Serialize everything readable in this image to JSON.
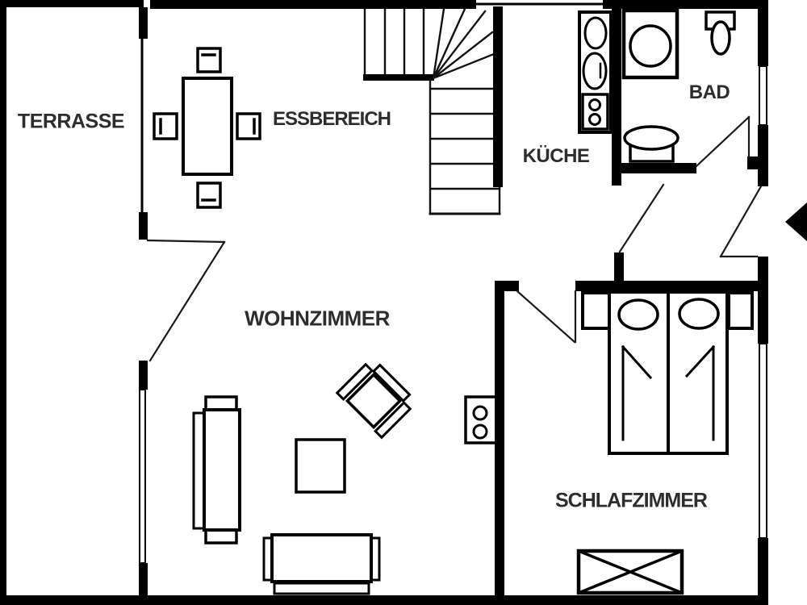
{
  "plan": {
    "type": "apartment-floorplan",
    "language": "de",
    "colors": {
      "wall": "#000000",
      "line": "#1a1a1a",
      "label_text": "#2d2d2d",
      "background": "#ffffff"
    },
    "rooms": {
      "terrasse": {
        "label": "TERRASSE"
      },
      "essbereich": {
        "label": "ESSBEREICH"
      },
      "kueche": {
        "label": "KÜCHE"
      },
      "bad": {
        "label": "BAD"
      },
      "wohnzimmer": {
        "label": "WOHNZIMMER"
      },
      "schlafzimmer": {
        "label": "SCHLAFZIMMER"
      }
    },
    "symbols": [
      "staircase-icon",
      "dining-table-icon",
      "dining-chair-icon",
      "kitchen-sink-unit-icon",
      "stove-icon",
      "washing-machine-icon",
      "toilet-icon",
      "washbasin-icon",
      "radiator-icon",
      "sofa-icon",
      "coffee-table-icon",
      "armchair-icon",
      "double-bed-icon",
      "nightstand-icon",
      "wardrobe-icon",
      "entrance-arrow-icon",
      "door-swing-icon",
      "window-icon"
    ],
    "entrance": {
      "direction": "left"
    }
  }
}
